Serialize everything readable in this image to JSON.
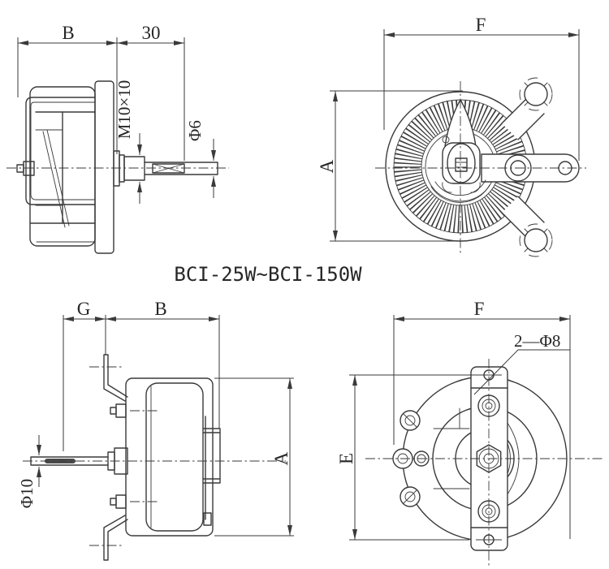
{
  "drawing": {
    "caption": "BCI-25W~BCI-150W",
    "colors": {
      "line": "#3a3a3a",
      "background": "#ffffff"
    },
    "views": {
      "top_side": {
        "dim_body_width": "B",
        "dim_shaft_extension": "30",
        "dim_bushing_thread": "M10×10",
        "dim_shaft_diameter": "Φ6"
      },
      "top_front": {
        "dim_overall_width": "F",
        "dim_overall_height": "A"
      },
      "bottom_side": {
        "dim_bracket_offset": "G",
        "dim_body_depth": "B",
        "dim_shaft_diameter": "Φ10",
        "dim_overall_height": "A"
      },
      "bottom_front": {
        "dim_overall_width": "F",
        "dim_hole_spacing": "E",
        "dim_mounting_holes": "2—Φ8"
      }
    }
  }
}
